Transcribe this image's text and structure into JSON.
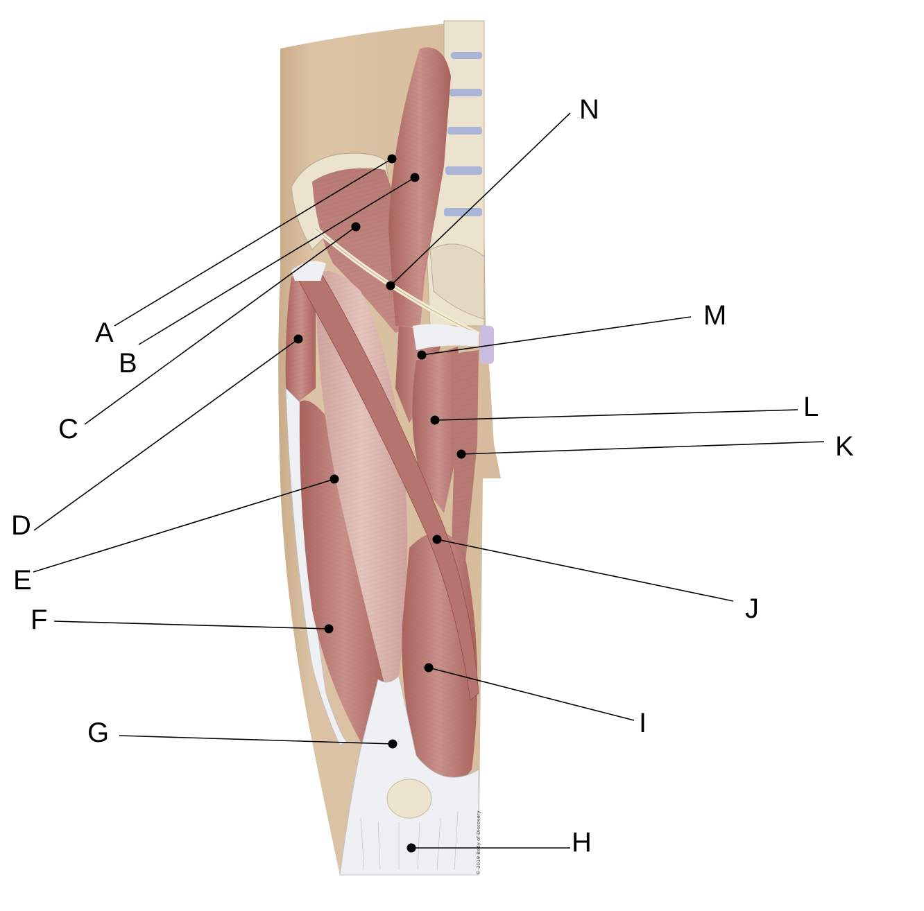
{
  "labels": [
    {
      "id": "A",
      "text": "A"
    },
    {
      "id": "B",
      "text": "B"
    },
    {
      "id": "C",
      "text": "C"
    },
    {
      "id": "D",
      "text": "D"
    },
    {
      "id": "E",
      "text": "E"
    },
    {
      "id": "F",
      "text": "F"
    },
    {
      "id": "G",
      "text": "G"
    },
    {
      "id": "H",
      "text": "H"
    },
    {
      "id": "I",
      "text": "I"
    },
    {
      "id": "J",
      "text": "J"
    },
    {
      "id": "K",
      "text": "K"
    },
    {
      "id": "L",
      "text": "L"
    },
    {
      "id": "M",
      "text": "M"
    },
    {
      "id": "N",
      "text": "N"
    }
  ],
  "credit": "© 2019 Body of Discovery",
  "colors": {
    "skin": "#d9bfa0",
    "skin_dark": "#c9ab88",
    "muscle": "#c48a84",
    "muscle_dark": "#a9635d",
    "muscle_light": "#dcb4ac",
    "tendon": "#eef0f4",
    "bone": "#ece3cf",
    "disc": "#a9b4d6",
    "leader": "#000000"
  }
}
